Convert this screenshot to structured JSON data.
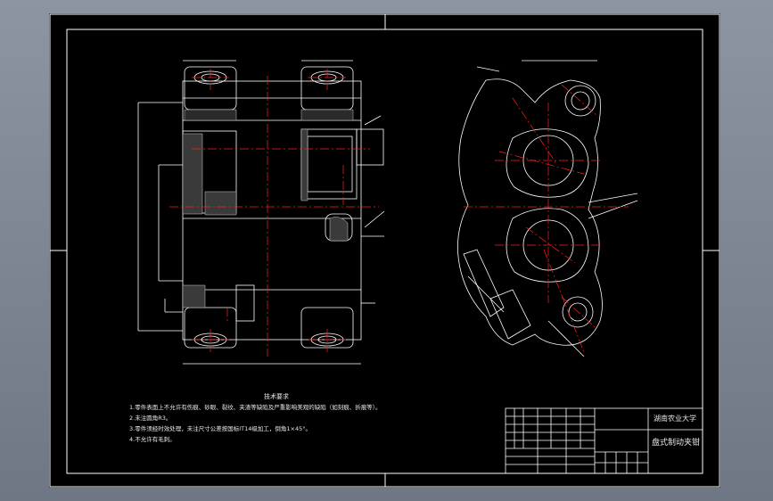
{
  "notes": {
    "title": "技术要求",
    "lines": [
      "1.零件表面上不允许有伤痕、砂眼、裂纹、夹渣等缺陷及严重影响美观的缺陷（如刻痕、折痕等）。",
      "2.未注圆角R3。",
      "3.零件须经时效处理，未注尺寸公差按国标IT14级加工，倒角1×45°。",
      "4.不允许有毛刺。"
    ]
  },
  "title_block": {
    "school": "湖南农业大学",
    "drawing_name": "盘式制动夹钳"
  },
  "colors": {
    "background": "#7d8593",
    "sheet": "#000000",
    "outline": "#ffffff",
    "centerline": "#ff2020",
    "hatch": "#c8c8c8"
  }
}
